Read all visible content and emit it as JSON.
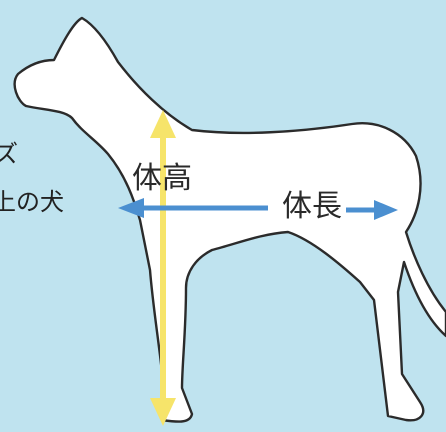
{
  "labels": {
    "height": "体高",
    "length": "体長"
  },
  "side_text": {
    "line1": "ズ",
    "line2": "上の犬"
  },
  "colors": {
    "background": "#bfe3ef",
    "dog_fill": "#ffffff",
    "dog_outline": "#2b2b2b",
    "height_arrow": "#f6e46a",
    "length_arrow": "#4b8fd0"
  }
}
